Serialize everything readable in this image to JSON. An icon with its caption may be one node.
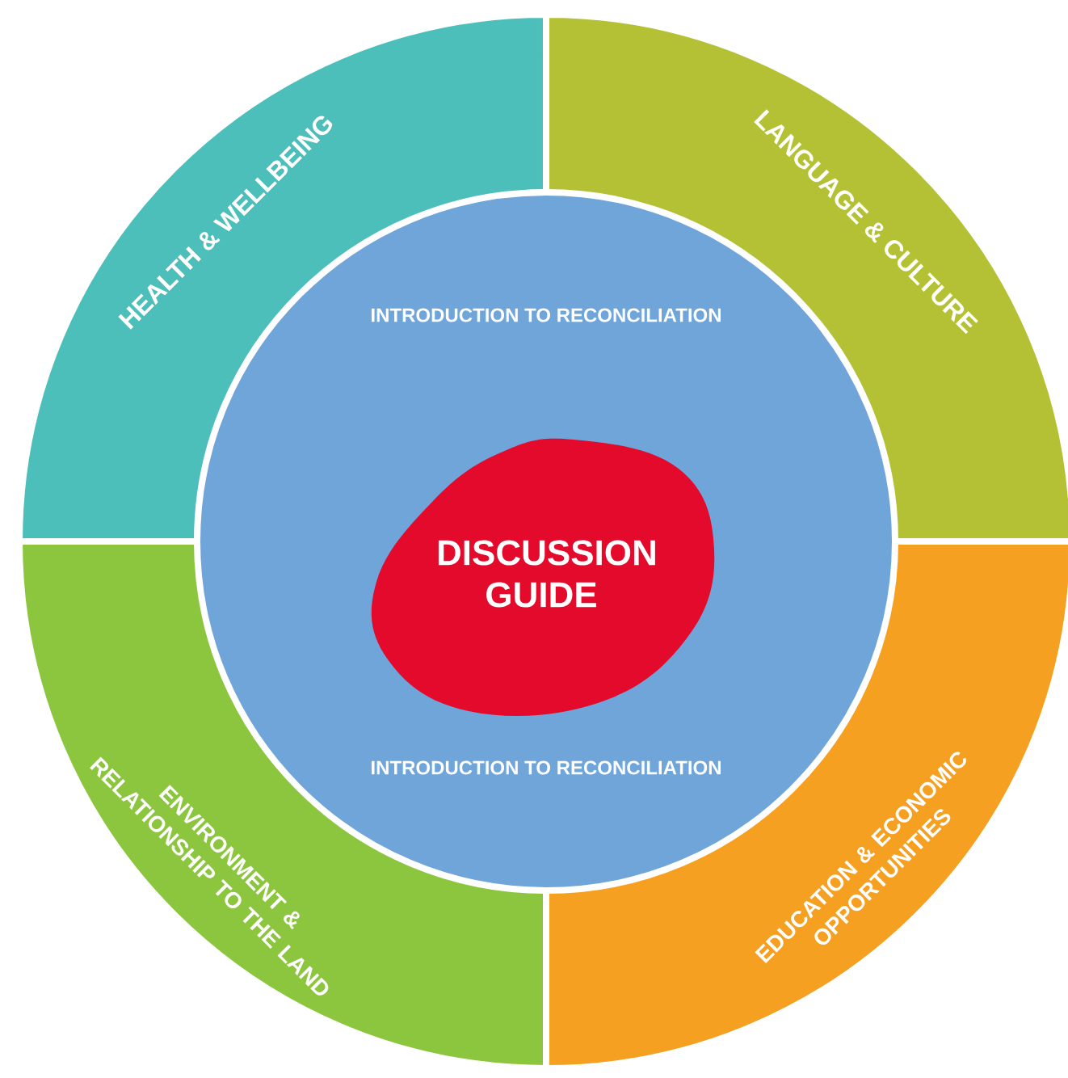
{
  "diagram": {
    "nodes": [
      {
        "text": [
          "HEALTH & WELLBEING"
        ]
      },
      {
        "text": [
          "LANGUAGE & CULTURE"
        ]
      },
      {
        "text": [
          "INTRODUCTION TO RECONCILIATION",
          "INTRODUCTION TO RECONCILIATION"
        ]
      },
      {
        "text": [
          "DISCUSSION GUIDE"
        ],
        "in": 2
      },
      {
        "text": [
          "ENVIRONMENT & RELATIONSHIP TO THE LAND"
        ]
      },
      {
        "text": [
          "EDUCATION & ECONOMIC OPPORTUNITIES"
        ]
      }
    ]
  }
}
